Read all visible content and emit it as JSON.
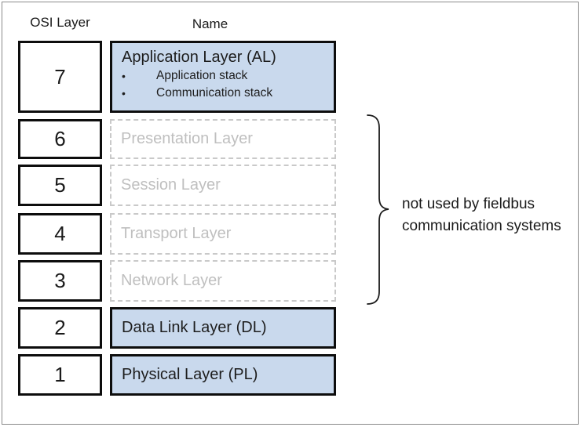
{
  "header": {
    "osi_layer": "OSI Layer",
    "name": "Name"
  },
  "layers": [
    {
      "number": "7",
      "name": "Application Layer (AL)",
      "style": "solid-blue",
      "bullets": [
        "Application stack",
        "Communication stack"
      ]
    },
    {
      "number": "6",
      "name": "Presentation Layer",
      "style": "dashed"
    },
    {
      "number": "5",
      "name": "Session Layer",
      "style": "dashed"
    },
    {
      "number": "4",
      "name": "Transport Layer",
      "style": "dashed"
    },
    {
      "number": "3",
      "name": "Network Layer",
      "style": "dashed"
    },
    {
      "number": "2",
      "name": "Data Link Layer (DL)",
      "style": "solid-blue"
    },
    {
      "number": "1",
      "name": "Physical Layer (PL)",
      "style": "solid-blue"
    }
  ],
  "bullet_glyph": "•",
  "annotation": {
    "line1": "not used by fieldbus",
    "line2": "communication systems"
  },
  "colors": {
    "layer_fill_blue": "#c9d9ed",
    "solid_border": "#0d0d0d",
    "dashed_border": "#c9c9c9",
    "inactive_text": "#bfbfbf",
    "text": "#1a1a1a",
    "outer_frame": "#8a8a8a"
  }
}
